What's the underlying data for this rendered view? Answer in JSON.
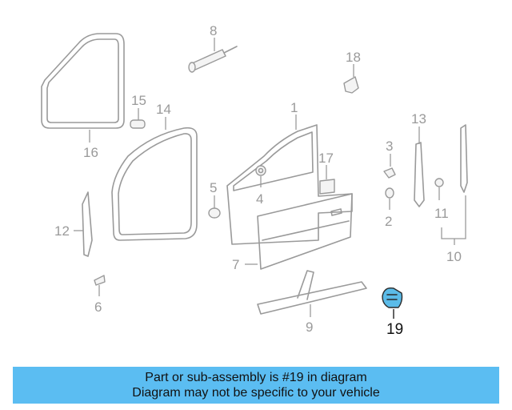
{
  "diagram": {
    "callouts": [
      "1",
      "2",
      "3",
      "4",
      "5",
      "6",
      "7",
      "8",
      "9",
      "10",
      "11",
      "12",
      "13",
      "14",
      "15",
      "16",
      "17",
      "18",
      "19"
    ],
    "highlighted_part": "19",
    "highlight_color": "#5bbbe8",
    "line_color": "#9a9a9a"
  },
  "notice": {
    "line1": "Part or sub-assembly is #19 in diagram",
    "line2": "Diagram may not be specific to your vehicle",
    "background": "#5bbdf2"
  }
}
